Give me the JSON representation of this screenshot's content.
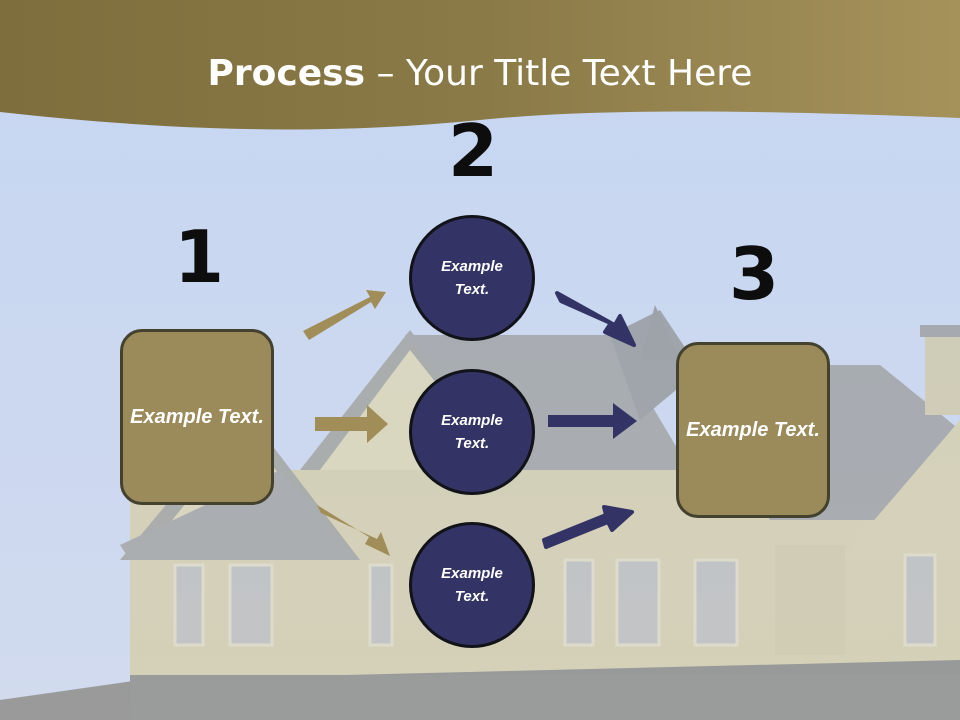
{
  "slide": {
    "title_bold": "Process",
    "title_rest": " – Your Title Text Here"
  },
  "numbers": [
    "1",
    "2",
    "3"
  ],
  "left_box": {
    "text": "Example Text."
  },
  "right_box": {
    "text": "Example Text."
  },
  "circles": [
    {
      "text": "Example Text."
    },
    {
      "text": "Example Text."
    },
    {
      "text": "Example Text."
    }
  ],
  "colors": {
    "header_band": "#8a7a49",
    "box_fill": "#9b8a5a",
    "circle_fill": "#333366",
    "gold_arrow": "#a08d58",
    "navy_arrow": "#333366",
    "sky": "#c6d6f2"
  }
}
